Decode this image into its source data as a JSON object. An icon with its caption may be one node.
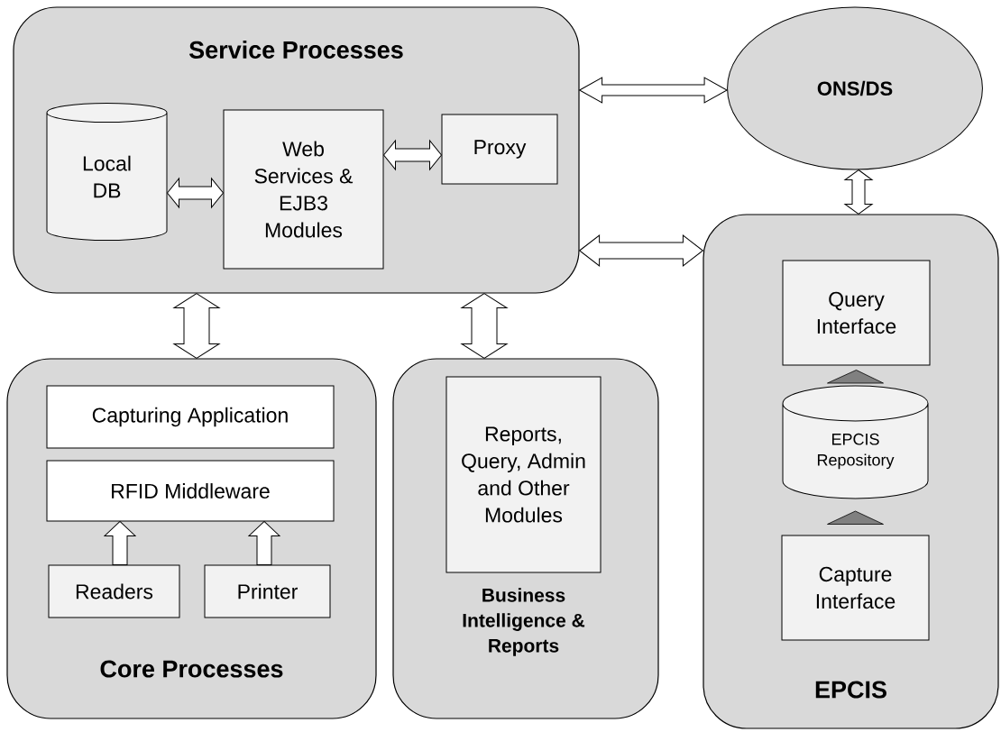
{
  "diagram": {
    "nodes": [
      {
        "text": [
          "Service Processes"
        ]
      },
      {
        "text": [
          "Local DB"
        ],
        "in": 0
      },
      {
        "text": [
          "Web Services & EJB3 Modules"
        ],
        "in": 0
      },
      {
        "text": [
          "Proxy"
        ],
        "in": 0
      },
      {
        "text": [
          "ONS/DS"
        ]
      },
      {
        "text": [
          "Core Processes"
        ]
      },
      {
        "text": [
          "Capturing Application"
        ],
        "in": 5
      },
      {
        "text": [
          "RFID Middleware"
        ],
        "in": 5
      },
      {
        "text": [
          "Readers"
        ],
        "in": 5
      },
      {
        "text": [
          "Printer"
        ],
        "in": 5
      },
      {
        "text": [
          "Business Intelligence & Reports"
        ]
      },
      {
        "text": [
          "Reports, Query, Admin and Other Modules"
        ],
        "in": 10
      },
      {
        "text": [
          "EPCIS"
        ]
      },
      {
        "text": [
          "Query Interface"
        ],
        "in": 12
      },
      {
        "text": [
          "EPCIS Repository"
        ],
        "in": 12
      },
      {
        "text": [
          "Capture Interface"
        ],
        "in": 12
      }
    ],
    "edges": [
      {
        "from": 1,
        "to": 2,
        "arrow": "both"
      },
      {
        "from": 2,
        "to": 3,
        "arrow": "both"
      },
      {
        "from": 0,
        "to": 4,
        "arrow": "both"
      },
      {
        "from": 0,
        "to": 12,
        "arrow": "both"
      },
      {
        "from": 4,
        "to": 12,
        "arrow": "both"
      },
      {
        "from": 0,
        "to": 5,
        "arrow": "both"
      },
      {
        "from": 0,
        "to": 10,
        "arrow": "both"
      },
      {
        "from": 8,
        "to": 7,
        "arrow": "to"
      },
      {
        "from": 9,
        "to": 7,
        "arrow": "to"
      },
      {
        "from": 15,
        "to": 14,
        "arrow": "to"
      },
      {
        "from": 14,
        "to": 13,
        "arrow": "to"
      }
    ]
  }
}
